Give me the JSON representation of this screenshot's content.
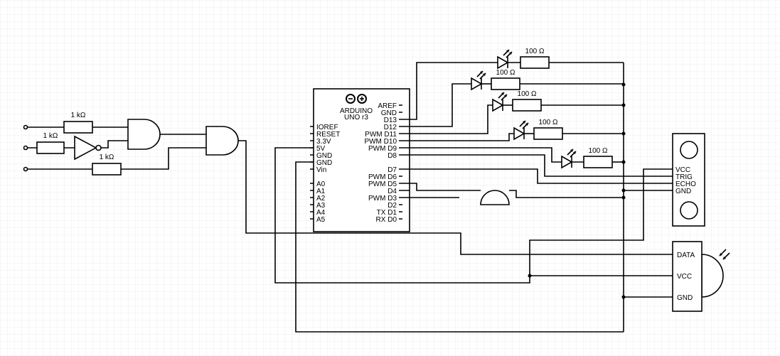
{
  "palette": {
    "grid": "#ececec",
    "wire": "#000000",
    "background": "#ffffff"
  },
  "logic_resistors": {
    "r1": "1 kΩ",
    "r2": "1 kΩ",
    "r3": "1 kΩ"
  },
  "led_resistors": {
    "r1": "100 Ω",
    "r2": "100 Ω",
    "r3": "100 Ω",
    "r4": "100 Ω",
    "r5": "100 Ω"
  },
  "arduino": {
    "title_line1": "ARDUINO",
    "title_line2": "UNO r3",
    "logo": "arduino-logo-icon",
    "left_pins": [
      "IOREF",
      "RESET",
      "3.3V",
      "5V",
      "GND",
      "GND",
      "Vin"
    ],
    "analog_pins": [
      "A0",
      "A1",
      "A2",
      "A3",
      "A4",
      "A5"
    ],
    "right_top_pins": [
      "AREF",
      "GND",
      "D13",
      "D12",
      "PWM D11",
      "PWM D10",
      "PWM D9",
      "D8"
    ],
    "right_bottom_pins": [
      "D7",
      "PWM D6",
      "PWM D5",
      "D4",
      "PWM D3",
      "D2",
      "TX D1",
      "RX D0"
    ]
  },
  "ultrasonic": {
    "pins": [
      "VCC",
      "TRIG",
      "ECHO",
      "GND"
    ]
  },
  "ir_sensor": {
    "pins": [
      "DATA",
      "VCC",
      "GND"
    ]
  },
  "components": {
    "buzzer": "buzzer-icon",
    "leds": "led-icon",
    "ir_receiver": "ir-sensor-icon"
  }
}
